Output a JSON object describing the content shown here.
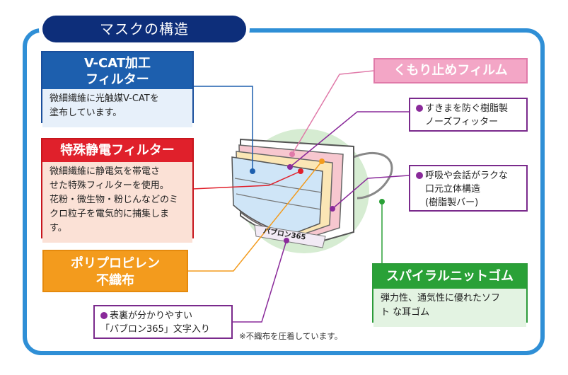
{
  "title": "マスクの構造",
  "labels": {
    "vcat_title": [
      "V-CAT加工",
      "フィルター"
    ],
    "vcat_body": [
      "微細繊維に光触媒V-CATを",
      "塗布しています。"
    ],
    "static_title": "特殊静電フィルター",
    "static_body": [
      "微細繊維に静電気を帯電さ",
      "せた特殊フィルターを使用。",
      "花粉・微生物・粉じんなどのミ",
      "クロ粒子を電気的に捕集しま",
      "す。"
    ],
    "pp_title": [
      "ポリプロピレン",
      "不織布"
    ],
    "label_text": [
      "表裏が分かりやすい",
      "「パブロン365」文字入り"
    ],
    "note": "※不織布を圧着しています。",
    "fog_title": "くもり止めフィルム",
    "nose_text": [
      "すきまを防ぐ樹脂製",
      "ノーズフィッター"
    ],
    "struct_text": [
      "呼吸や会話がラクな",
      "口元立体構造",
      "(樹脂製バー)"
    ],
    "knit_title": "スパイラルニットゴム",
    "knit_body": [
      "弾力性、通気性に優れたソフ",
      "ト な耳ゴム"
    ],
    "mask_print": "パブロン365"
  },
  "colors": {
    "frame": "#2f8fd6",
    "navy": "#0d2e7a",
    "blue": "#1d5fae",
    "red": "#e0202b",
    "orange": "#f39b1d",
    "pink": "#f3a6c6",
    "green": "#2aa137",
    "purple": "#8a2a9a"
  }
}
